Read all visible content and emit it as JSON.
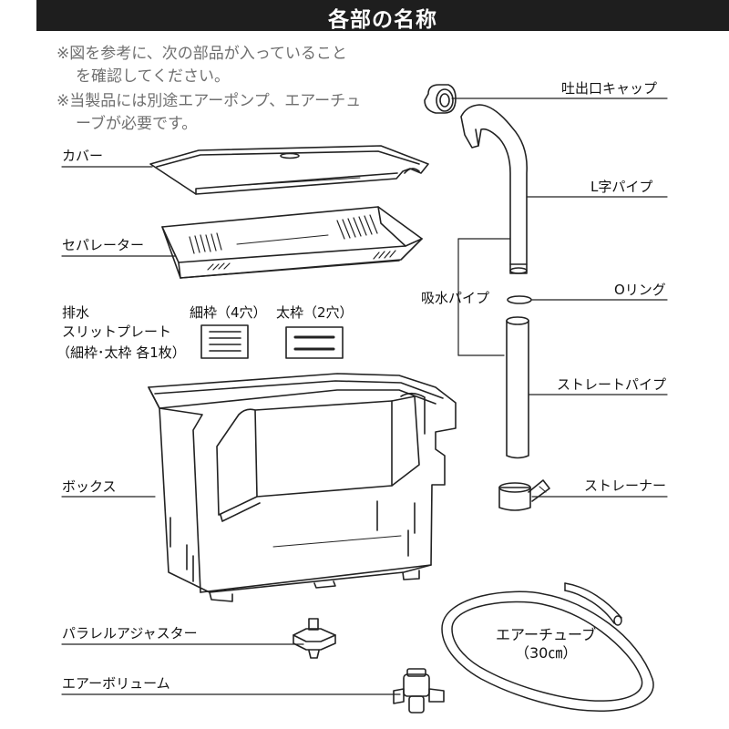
{
  "header": {
    "title": "各部の名称"
  },
  "notes": [
    "※図を参考に、次の部品が入っていること",
    "を確認してください。",
    "※当製品には別途エアーポンプ、エアーチュ",
    "ーブが必要です。"
  ],
  "parts": {
    "cover": "カバー",
    "separator": "セパレーター",
    "slit_plate": [
      "排水",
      "スリットプレート",
      "（細枠･太枠 各1枚）"
    ],
    "fine_frame": "細枠（4穴）",
    "thick_frame": "太枠（2穴）",
    "box": "ボックス",
    "parallel_adjuster": "パラレルアジャスター",
    "air_volume": "エアーボリューム",
    "outlet_cap": "吐出口キャップ",
    "l_pipe": "L字パイプ",
    "intake_pipe": "吸水パイプ",
    "o_ring": "Oリング",
    "straight_pipe": "ストレートパイプ",
    "strainer": "ストレーナー",
    "air_tube": [
      "エアーチューブ",
      "（30㎝）"
    ]
  }
}
